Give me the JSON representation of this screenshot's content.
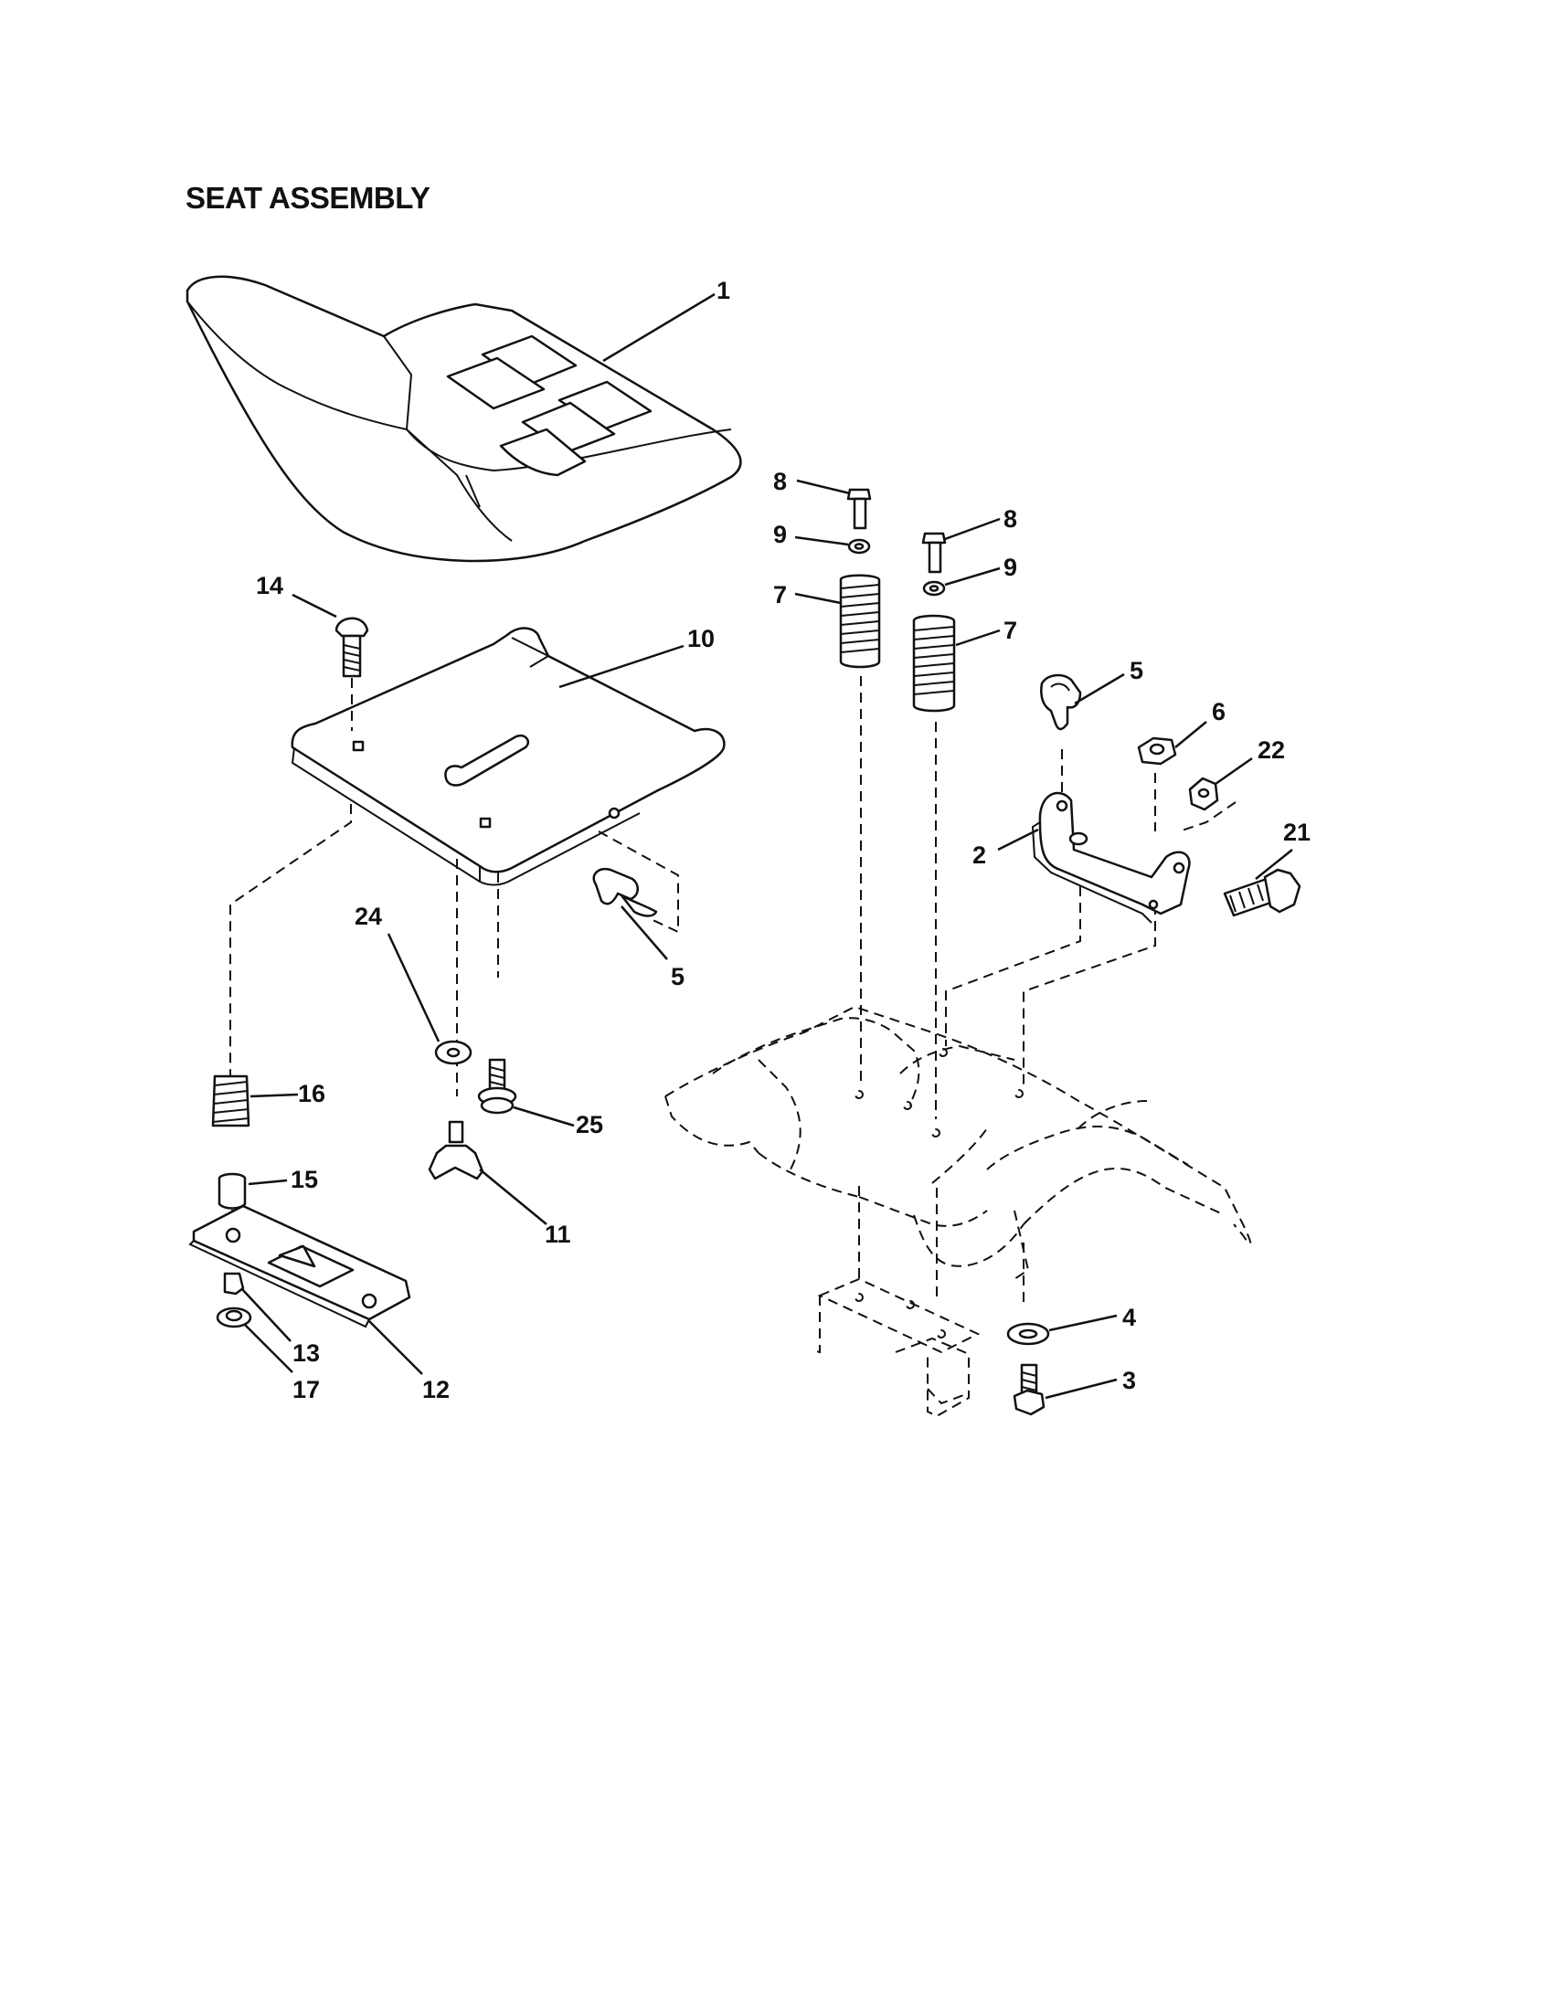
{
  "title": "SEAT ASSEMBLY",
  "callouts": [
    "1",
    "2",
    "3",
    "4",
    "5",
    "5",
    "6",
    "7",
    "7",
    "8",
    "8",
    "9",
    "9",
    "10",
    "11",
    "12",
    "13",
    "14",
    "15",
    "16",
    "17",
    "21",
    "22",
    "24",
    "25"
  ]
}
